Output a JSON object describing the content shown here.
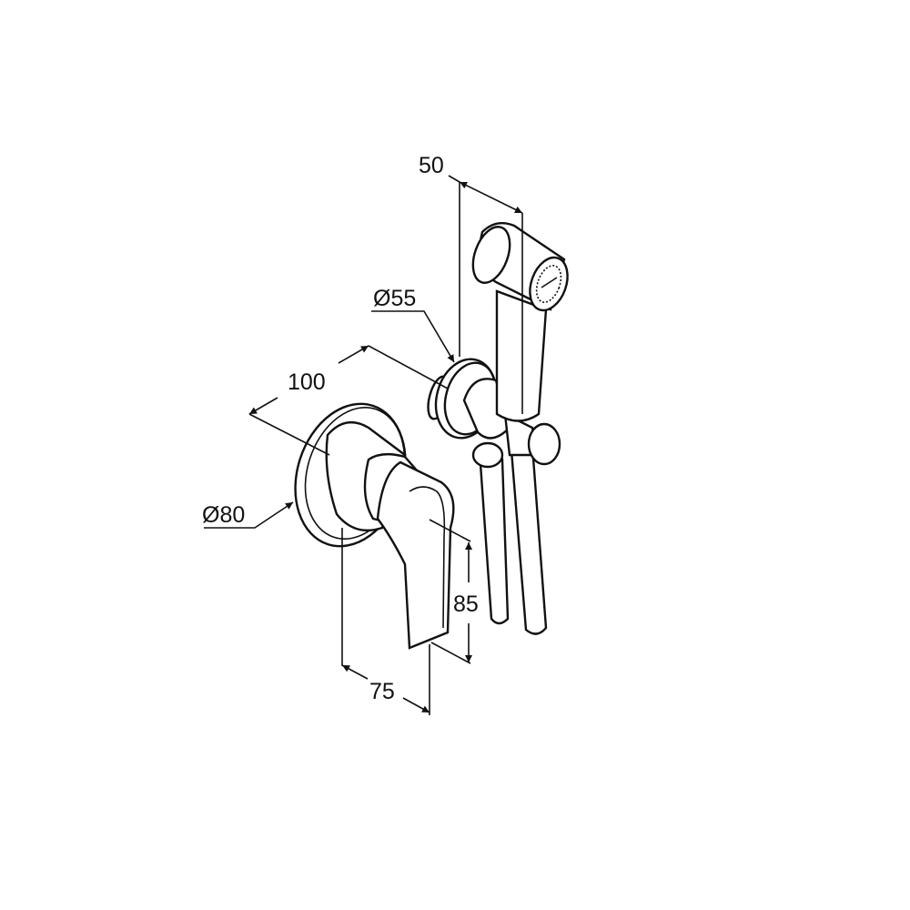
{
  "drawing": {
    "dimensions": {
      "hand_shower_width": "50",
      "holder_diameter": "Ø55",
      "center_distance": "100",
      "rosette_diameter": "Ø80",
      "handle_height": "85",
      "handle_projection": "75"
    },
    "line_color": "#111111",
    "background_color": "#ffffff"
  }
}
